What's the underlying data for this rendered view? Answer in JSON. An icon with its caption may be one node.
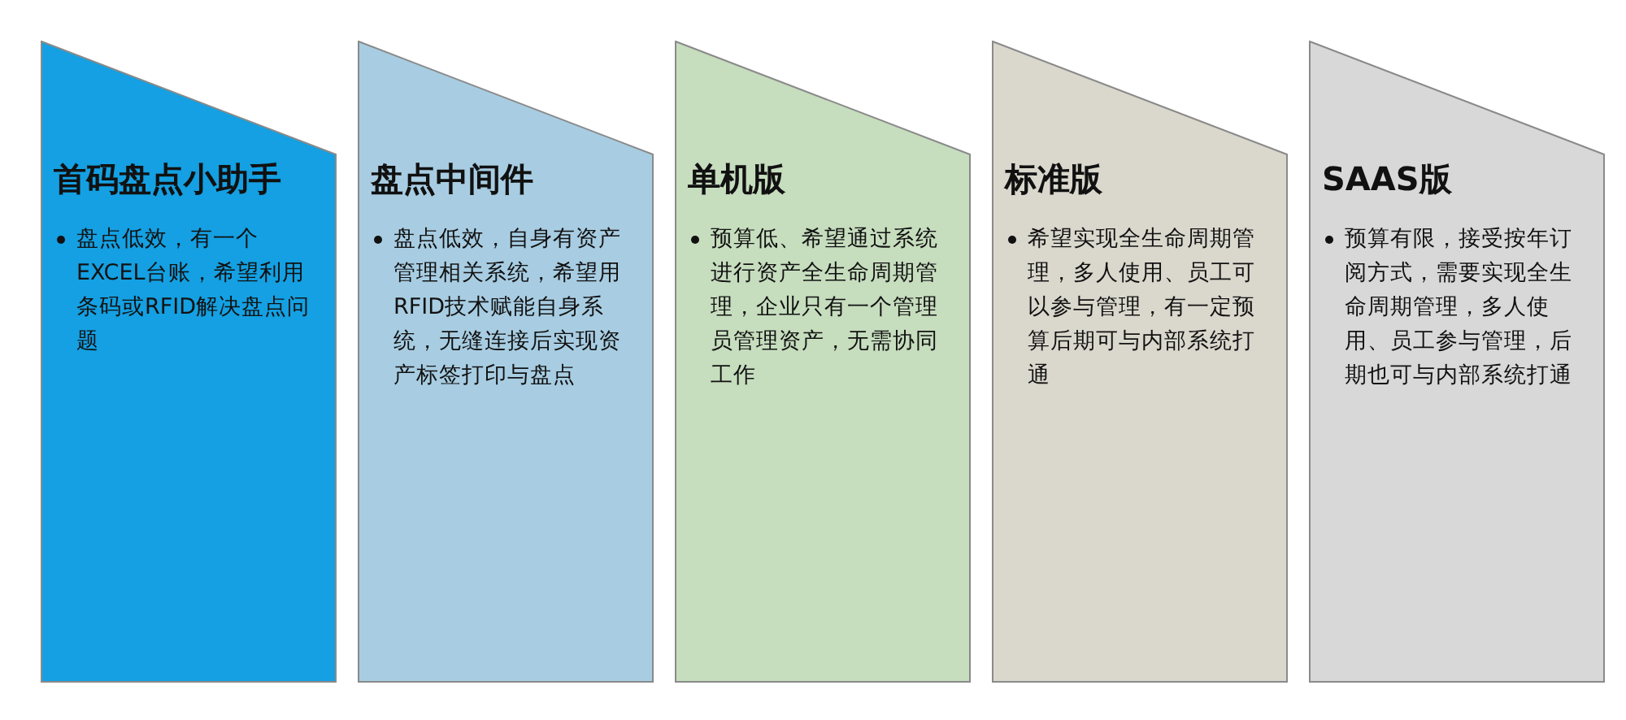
{
  "diagram": {
    "nodes": [
      {
        "text": [
          "首码盘点小助手",
          "盘点低效，有一个EXCEL台账，希望利用条码或RFID解决盘点问题"
        ]
      },
      {
        "text": [
          "盘点中间件",
          "盘点低效，自身有资产管理相关系统，希望用RFID技术赋能自身系统，无缝连接后实现资产标签打印与盘点"
        ]
      },
      {
        "text": [
          "单机版",
          "预算低、希望通过系统进行资产全生命周期管理，企业只有一个管理员管理资产，无需协同工作"
        ]
      },
      {
        "text": [
          "标准版",
          "希望实现全生命周期管理，多人使用、员工可以参与管理，有一定预算后期可与内部系统打通"
        ]
      },
      {
        "text": [
          "SAAS版",
          "预算有限，接受按年订阅方式，需要实现全生命周期管理，多人使用、员工参与管理，后期也可与内部系统打通"
        ]
      }
    ]
  }
}
